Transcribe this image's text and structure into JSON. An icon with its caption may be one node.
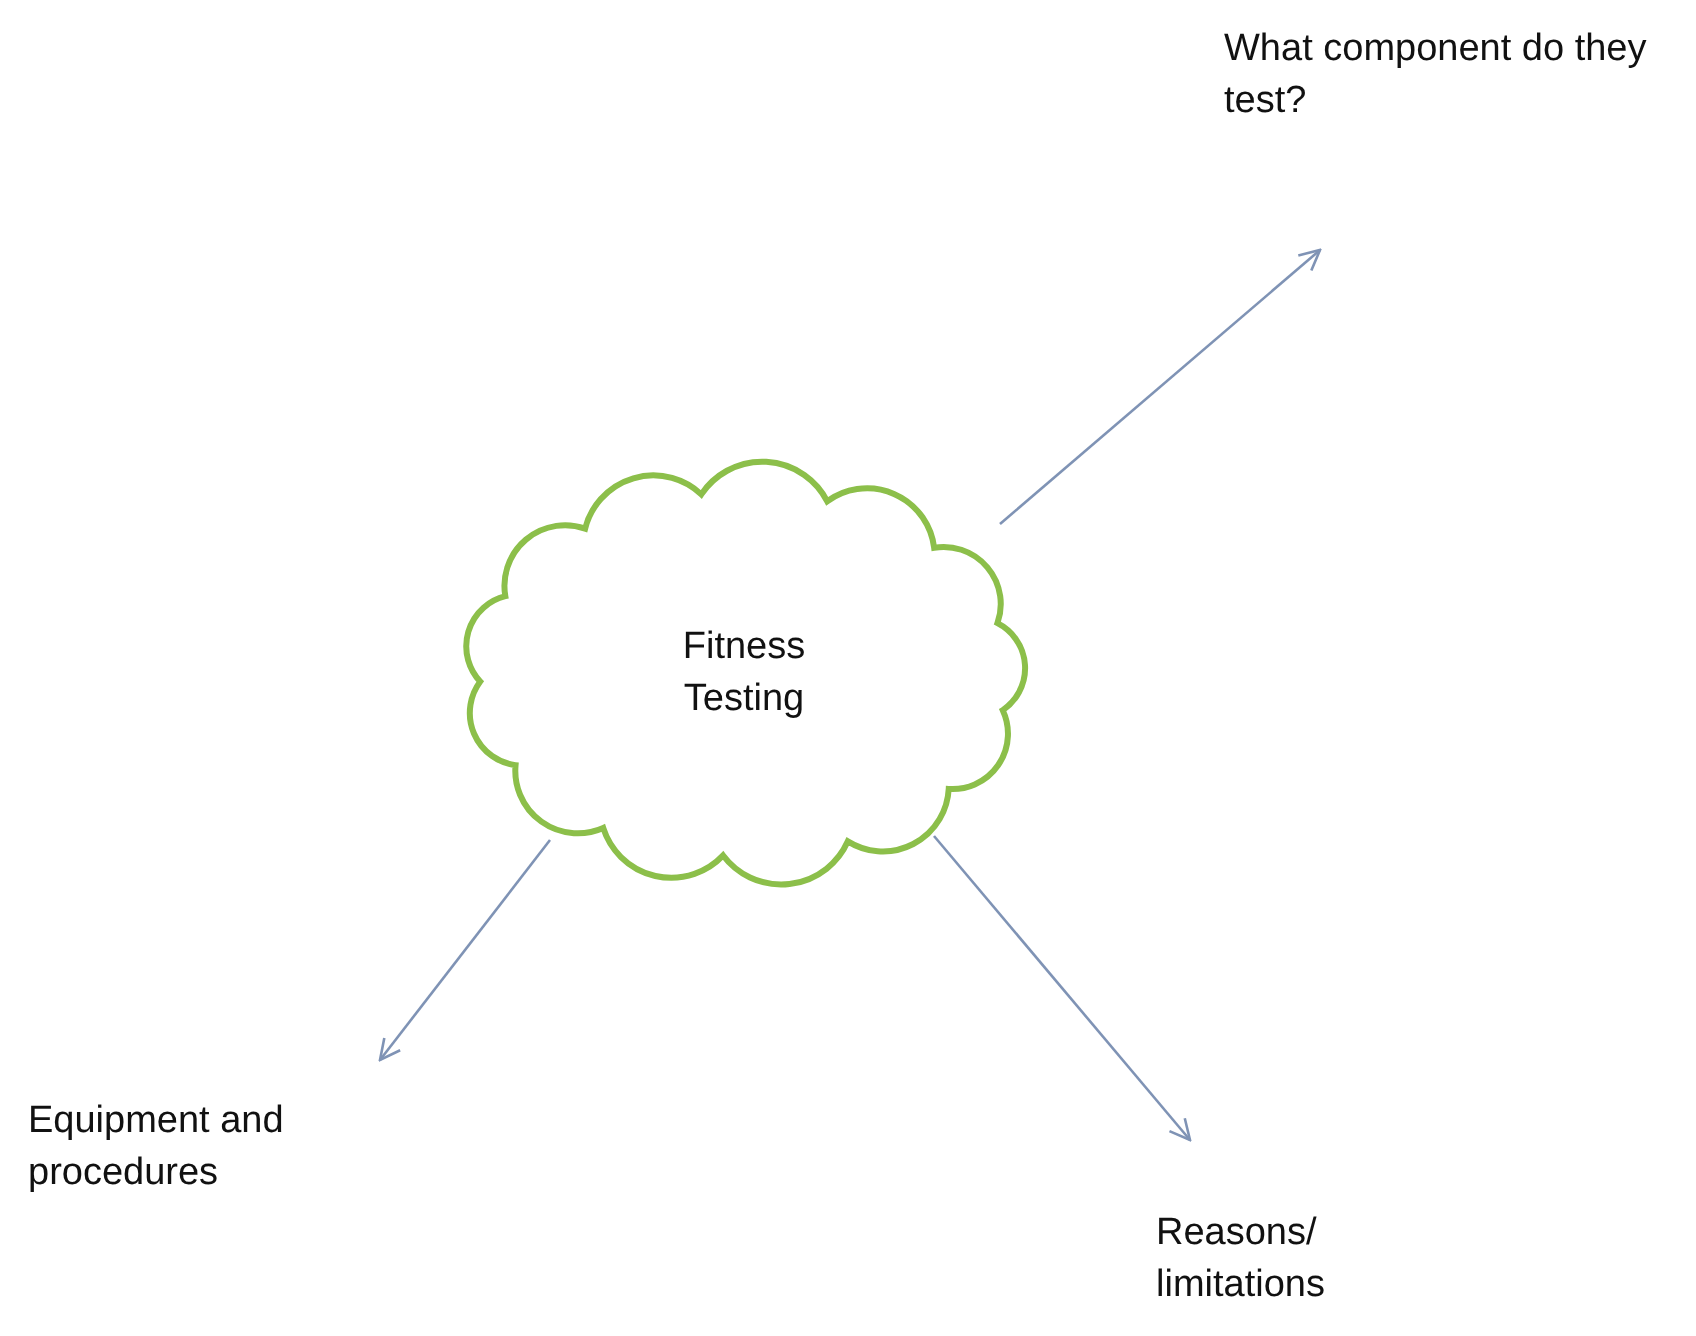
{
  "diagram": {
    "nodes": [
      {
        "text": [
          "Fitness Testing"
        ]
      },
      {
        "text": [
          "What component do they test?"
        ]
      },
      {
        "text": [
          "Equipment and procedures"
        ]
      },
      {
        "text": [
          "Reasons/ limitations"
        ]
      }
    ],
    "edges": [
      {
        "from": 0,
        "to": 1,
        "arrow": "to"
      },
      {
        "from": 0,
        "to": 2,
        "arrow": "to"
      },
      {
        "from": 0,
        "to": 3,
        "arrow": "to"
      }
    ]
  }
}
